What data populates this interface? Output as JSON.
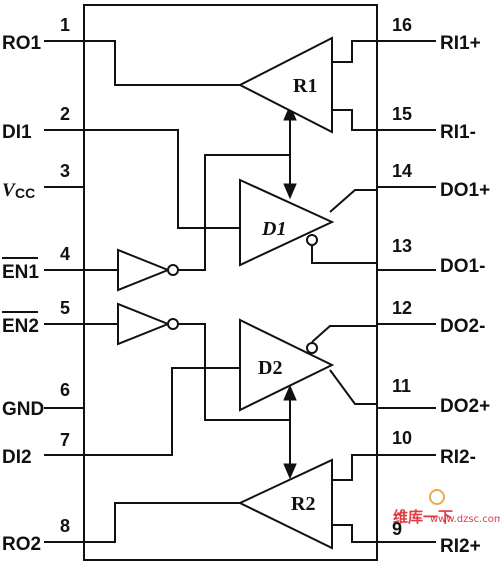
{
  "pins": {
    "p1": {
      "num": "1",
      "name": "RO1"
    },
    "p2": {
      "num": "2",
      "name": "DI1"
    },
    "p3": {
      "num": "3",
      "name_main": "V",
      "name_sub": "CC"
    },
    "p4": {
      "num": "4",
      "name": "EN1"
    },
    "p5": {
      "num": "5",
      "name": "EN2"
    },
    "p6": {
      "num": "6",
      "name": "GND"
    },
    "p7": {
      "num": "7",
      "name": "DI2"
    },
    "p8": {
      "num": "8",
      "name": "RO2"
    },
    "p16": {
      "num": "16",
      "name": "RI1+"
    },
    "p15": {
      "num": "15",
      "name": "RI1-"
    },
    "p14": {
      "num": "14",
      "name": "DO1+"
    },
    "p13": {
      "num": "13",
      "name": "DO1-"
    },
    "p12": {
      "num": "12",
      "name": "DO2-"
    },
    "p11": {
      "num": "11",
      "name": "DO2+"
    },
    "p10": {
      "num": "10",
      "name": "RI2-"
    },
    "p9": {
      "num": "9",
      "name": "RI2+"
    }
  },
  "blocks": {
    "r1": "R1",
    "d1": "D1",
    "d2": "D2",
    "r2": "R2"
  },
  "watermark": {
    "line1": "维库一下",
    "line2": "www.dzsc.com"
  }
}
